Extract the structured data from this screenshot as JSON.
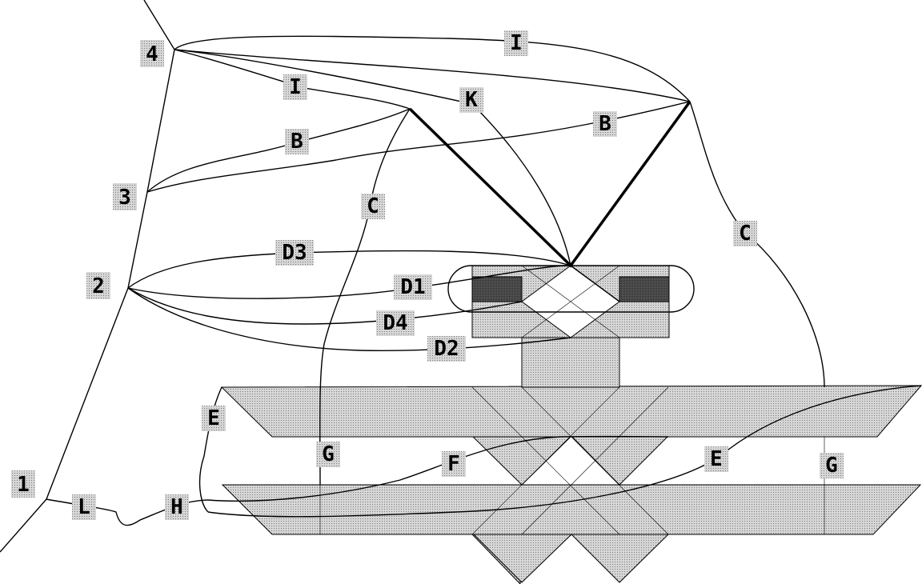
{
  "labels": {
    "n1": "1",
    "n2": "2",
    "n3": "3",
    "n4": "4",
    "i_top": "I",
    "i_left": "I",
    "k": "K",
    "b_left": "B",
    "b_right": "B",
    "c_left": "C",
    "c_right": "C",
    "d3": "D3",
    "d1": "D1",
    "d4": "D4",
    "d2": "D2",
    "e_left": "E",
    "e_right": "E",
    "g_left": "G",
    "g_right": "G",
    "f": "F",
    "h": "H",
    "l": "L"
  }
}
